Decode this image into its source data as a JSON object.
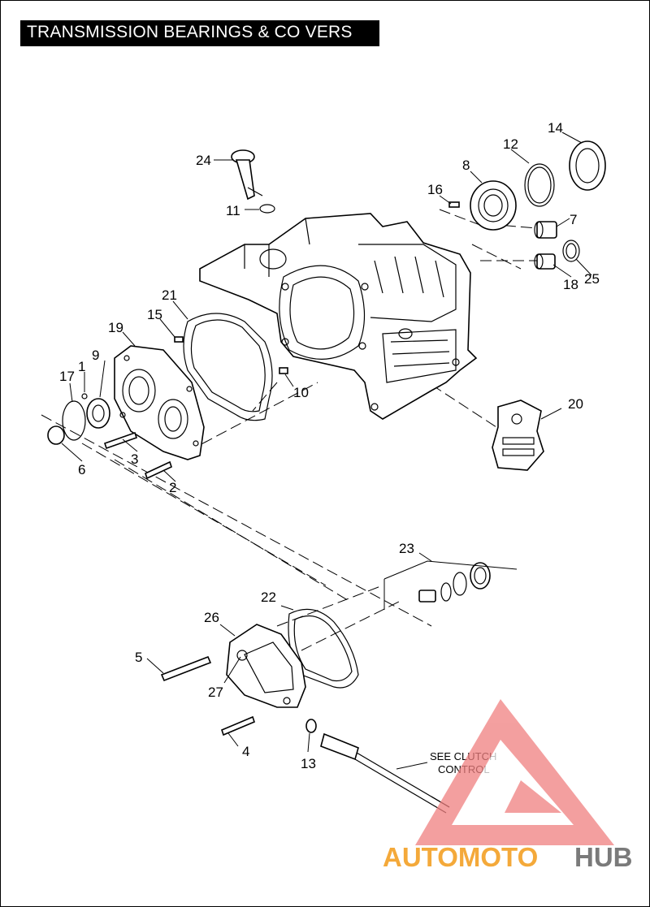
{
  "title": "TRANSMISSION BEARINGS & CO VERS",
  "callouts": [
    "1",
    "2",
    "3",
    "4",
    "5",
    "6",
    "7",
    "8",
    "9",
    "10",
    "11",
    "12",
    "13",
    "14",
    "15",
    "16",
    "17",
    "18",
    "19",
    "20",
    "21",
    "22",
    "23",
    "24",
    "25",
    "26",
    "27"
  ],
  "note": {
    "line1": "SEE CLUTCH",
    "line2": "CONTROL"
  },
  "watermark": {
    "text_a": "AUTOMOTO",
    "text_b": "HUB",
    "color_a": "#f4a93a",
    "color_b": "#7a7a7a",
    "logo_color": "#f08080"
  }
}
